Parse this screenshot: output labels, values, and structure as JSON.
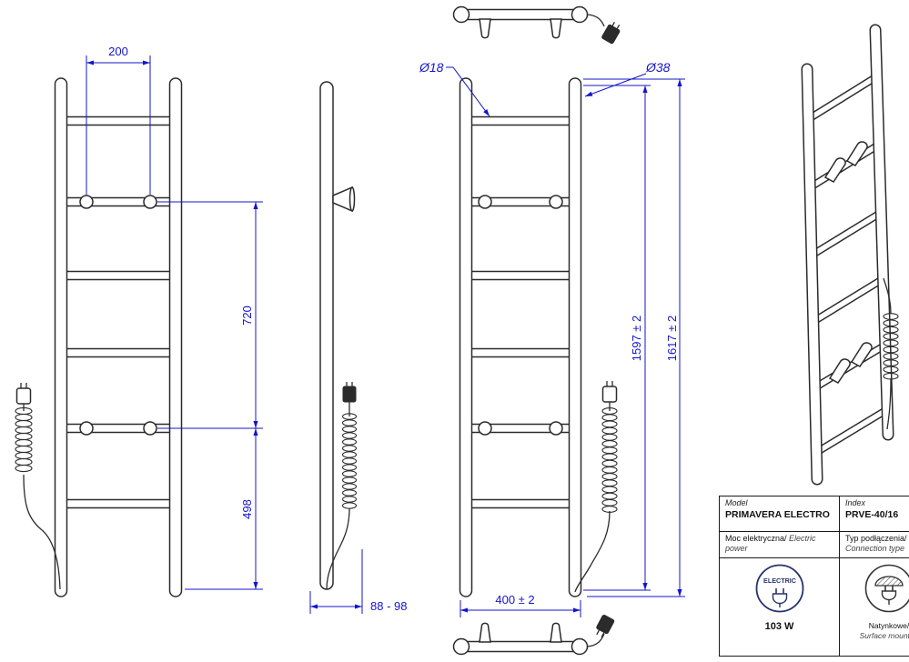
{
  "colors": {
    "outline": "#2b2b2b",
    "dimension": "#1414cc",
    "electric_badge": "#26336b"
  },
  "dimensions": {
    "bracket_spacing": "200",
    "bracket_vertical_span": "720",
    "bracket_bottom_offset": "498",
    "wall_distance": "88 - 98",
    "rung_diameter": "Ø18",
    "post_diameter": "Ø38",
    "height_to_bracket": "1597 ± 2",
    "overall_height": "1617 ± 2",
    "overall_width": "400 ± 2"
  },
  "table": {
    "model_label": "Model",
    "model_value": "PRIMAVERA ELECTRO",
    "index_label": "Index",
    "index_value": "PRVE-40/16",
    "power_label_pl": "Moc elektryczna/",
    "power_label_en": "Electric power",
    "connection_label_pl": "Typ podłączenia/",
    "connection_label_en": "Connection type",
    "electric_badge_label": "ELECTRIC",
    "power_value": "103 W",
    "mounting_pl": "Natynkowe/",
    "mounting_en": "Surface mounted"
  }
}
